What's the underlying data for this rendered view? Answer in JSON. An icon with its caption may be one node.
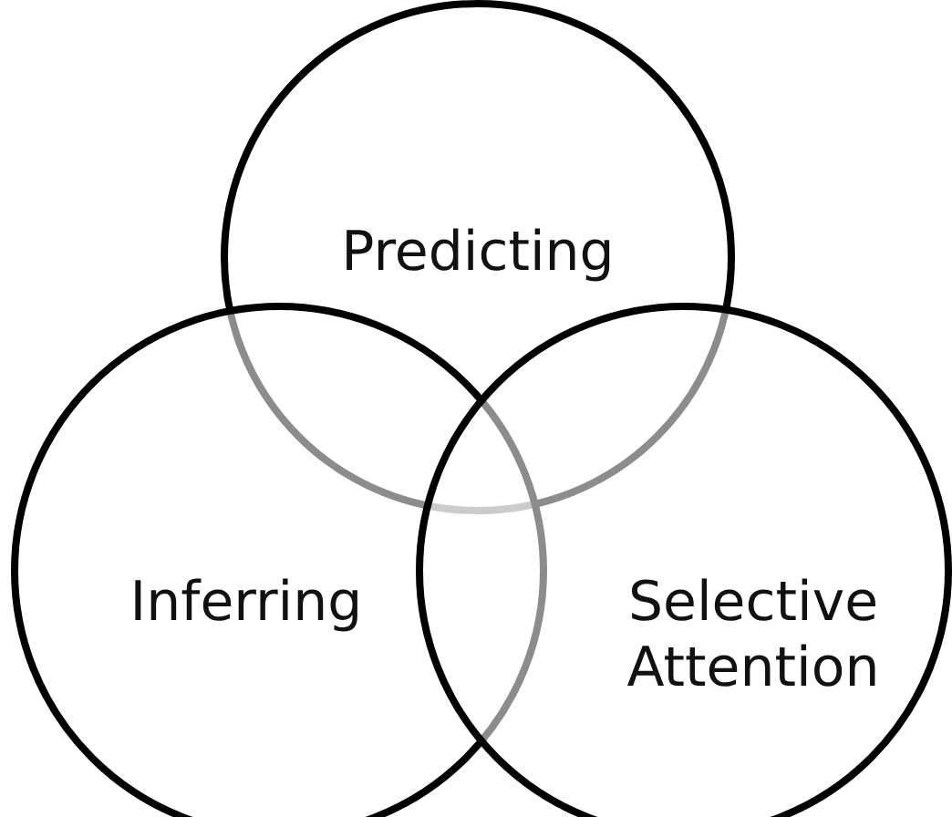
{
  "diagram": {
    "nodes": [
      {
        "text": [
          "Predicting"
        ]
      },
      {
        "text": [
          "Inferring"
        ]
      },
      {
        "text": [
          "Selective Attention"
        ]
      }
    ]
  }
}
